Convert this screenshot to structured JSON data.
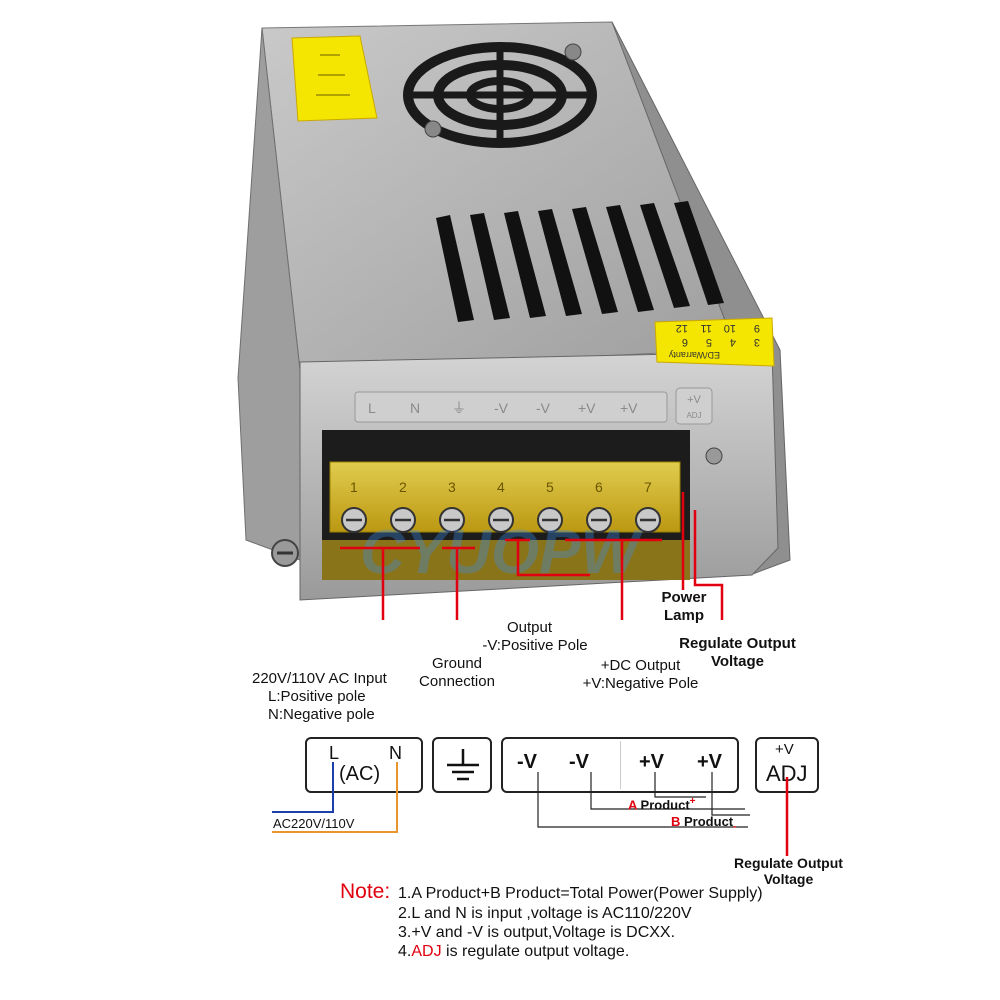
{
  "photo": {
    "warranty_sticker": {
      "numbers_row1": [
        "9",
        "10",
        "11",
        "12"
      ],
      "numbers_row2": [
        "3",
        "4",
        "5",
        "6"
      ],
      "text": "ED/Warranty"
    },
    "terminal_labels": [
      "L",
      "N",
      "⏚",
      "-V",
      "-V",
      "+V",
      "+V"
    ],
    "adj_label": {
      "top": "+V",
      "bottom": "ADJ"
    },
    "terminal_numbers": [
      "1",
      "2",
      "3",
      "4",
      "5",
      "6",
      "7"
    ],
    "watermark": "CYUOPW",
    "colors": {
      "case": "#a8a8a8",
      "terminal_block": "#e8c51e",
      "callout": "#e0000f",
      "sticker": "#f4e600"
    }
  },
  "callouts": {
    "ac_input": {
      "line1": "220V/110V AC Input",
      "line2": "L:Positive pole",
      "line3": "N:Negative pole"
    },
    "ground": {
      "line1": "Ground",
      "line2": "Connection"
    },
    "output_neg": {
      "line1": "Output",
      "line2": "-V:Positive Pole"
    },
    "dc_output": {
      "line1": "+DC Output",
      "line2": "+V:Negative Pole"
    },
    "power_lamp": {
      "line1": "Power",
      "line2": "Lamp"
    },
    "regulate": {
      "line1": "Regulate Output",
      "line2": "Voltage"
    }
  },
  "schematic": {
    "ac_box": {
      "l": "L",
      "n": "N",
      "center": "(AC)",
      "wire_label": "AC220V/110V"
    },
    "ground_symbol": "earth-ground",
    "output_box": {
      "t1": "-V",
      "t2": "-V",
      "t3": "+V",
      "t4": "+V"
    },
    "a_product": {
      "letter": "A",
      "word": "Product",
      "sign": "+"
    },
    "b_product": {
      "letter": "B",
      "word": "Product",
      "sign": "-"
    },
    "adj_box": {
      "top": "+V",
      "bottom": "ADJ"
    },
    "regulate": {
      "line1": "Regulate Output",
      "line2": "Voltage"
    },
    "colors": {
      "blue_wire": "#1a3fa8",
      "orange_wire": "#e9952e",
      "red": "#e0000f"
    }
  },
  "note": {
    "heading": "Note:",
    "line1": "1.A Product+B Product=Total Power(Power Supply)",
    "line2": "2.L and N is input ,voltage is AC110/220V",
    "line3": "3.+V and  -V is output,Voltage is DCXX.",
    "line4_prefix": "4.",
    "line4_adj": "ADJ",
    "line4_suffix": " is regulate output voltage."
  }
}
